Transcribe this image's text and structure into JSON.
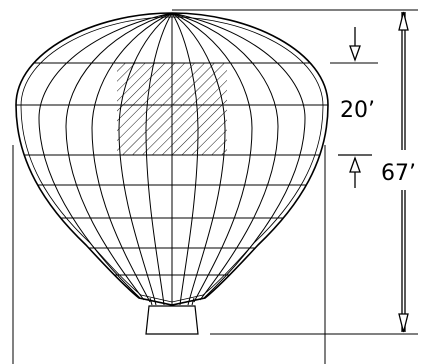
{
  "diagram": {
    "dimensions": [
      {
        "id": "panel-height",
        "label": "20’",
        "value": 20,
        "unit": "ft"
      },
      {
        "id": "total-height",
        "label": "67’",
        "value": 67,
        "unit": "ft"
      }
    ],
    "components": [
      "envelope",
      "hatched-panel",
      "basket",
      "dimension-lines"
    ]
  },
  "colors": {
    "line": "#000000",
    "background": "#ffffff"
  }
}
